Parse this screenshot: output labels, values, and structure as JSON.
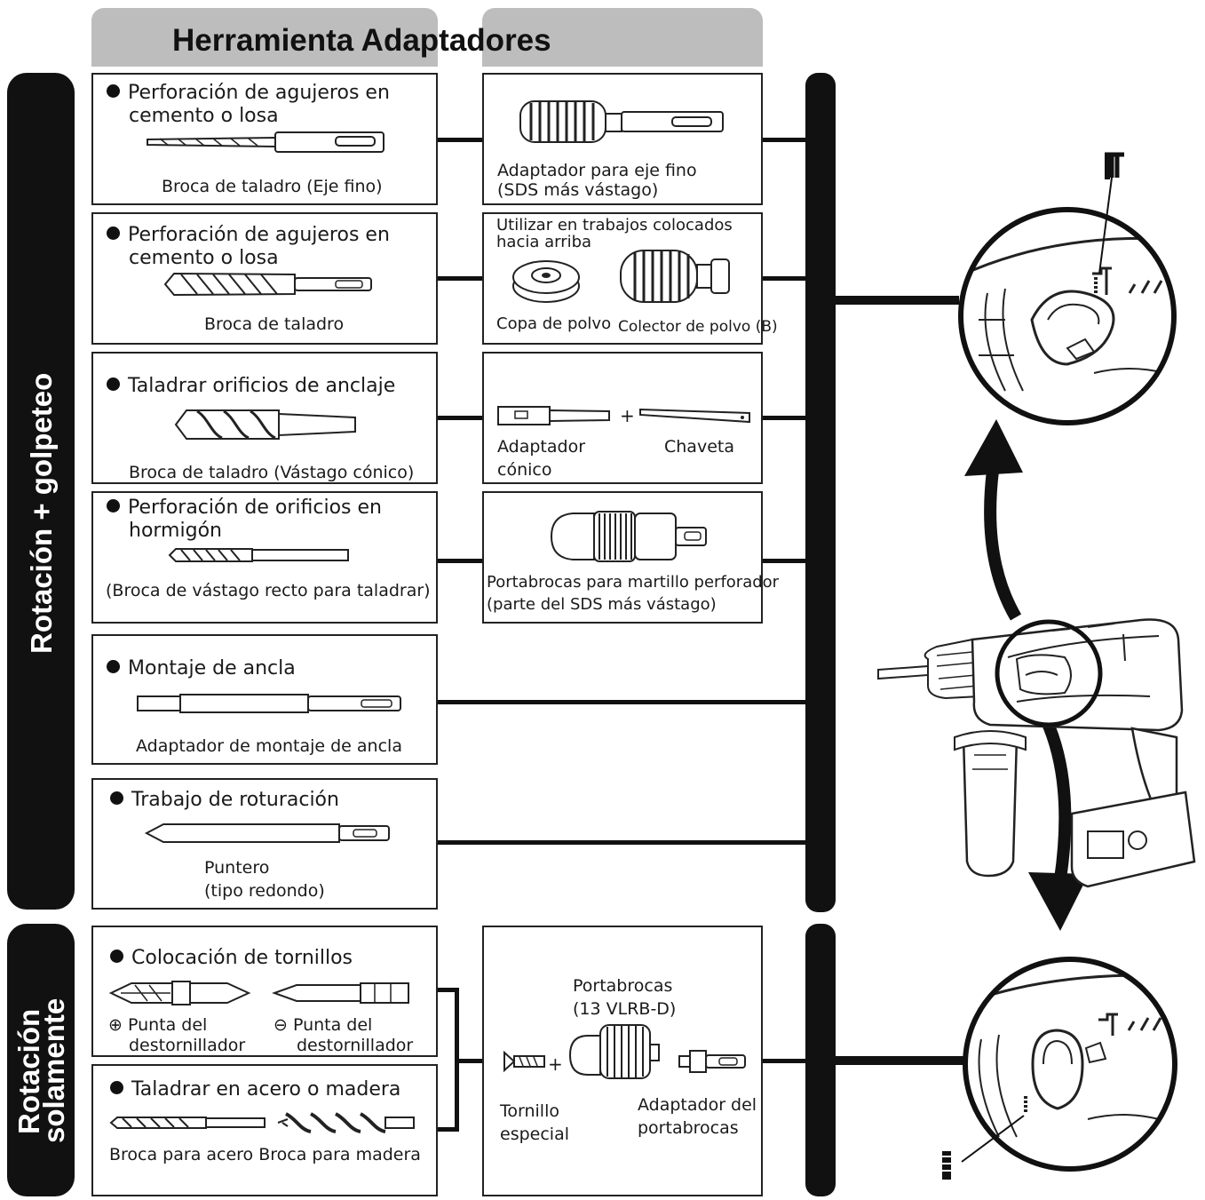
{
  "header": {
    "title": "Herramienta Adaptadores"
  },
  "sidebar": {
    "upper_label": "Rotación + golpeteo",
    "lower_label_line1": "Rotación",
    "lower_label_line2": "solamente"
  },
  "rows": [
    {
      "task": [
        "Perforación de agujeros en",
        "cemento o losa"
      ],
      "tool": "Broca de taladro (Eje fino)",
      "adapter": [
        "Adaptador para eje fino",
        "(SDS más vástago)"
      ]
    },
    {
      "task": [
        "Perforación de agujeros en",
        "cemento o losa"
      ],
      "tool": "Broca de taladro",
      "adapter_note": [
        "Utilizar en trabajos colocados",
        "hacia arriba"
      ],
      "adapter_a": "Copa de polvo",
      "adapter_b": "Colector de polvo (B)"
    },
    {
      "task": [
        "Taladrar orificios de anclaje"
      ],
      "tool": "Broca de taladro (Vástago cónico)",
      "adapter_a": [
        "Adaptador",
        "cónico"
      ],
      "adapter_b": "Chaveta",
      "plus": "+"
    },
    {
      "task": [
        "Perforación de orificios en",
        "hormigón"
      ],
      "tool": "(Broca de vástago recto para taladrar)",
      "adapter": [
        "Portabrocas para martillo perforador",
        "(parte del SDS más vástago)"
      ]
    },
    {
      "task": [
        "Montaje de ancla"
      ],
      "tool": "Adaptador de montaje de ancla"
    },
    {
      "task": [
        "Trabajo de roturación"
      ],
      "tool": [
        "Puntero",
        "(tipo redondo)"
      ]
    }
  ],
  "rotation_only": {
    "screw": {
      "task": "Colocación de tornillos",
      "plus_symbol": "⊕",
      "minus_symbol": "⊖",
      "bit_plus": [
        "Punta del",
        "destornillador"
      ],
      "bit_minus": [
        "Punta del",
        "destornillador"
      ]
    },
    "drill": {
      "task": "Taladrar en acero o madera",
      "tool": "Broca para acero Broca para madera"
    },
    "adapter": {
      "chuck": [
        "Portabrocas",
        "(13 VLRB-D)"
      ],
      "screw": [
        "Tornillo",
        "especial"
      ],
      "chuck_adapter": [
        "Adaptador del",
        "portabrocas"
      ],
      "plus": "+"
    }
  },
  "mode_icons": {
    "hammer_mode": "hammer-drill-symbol",
    "rotation_mode": "drill-symbol"
  },
  "colors": {
    "bar": "#111111",
    "tab": "#bdbdbd",
    "line": "#111111"
  }
}
